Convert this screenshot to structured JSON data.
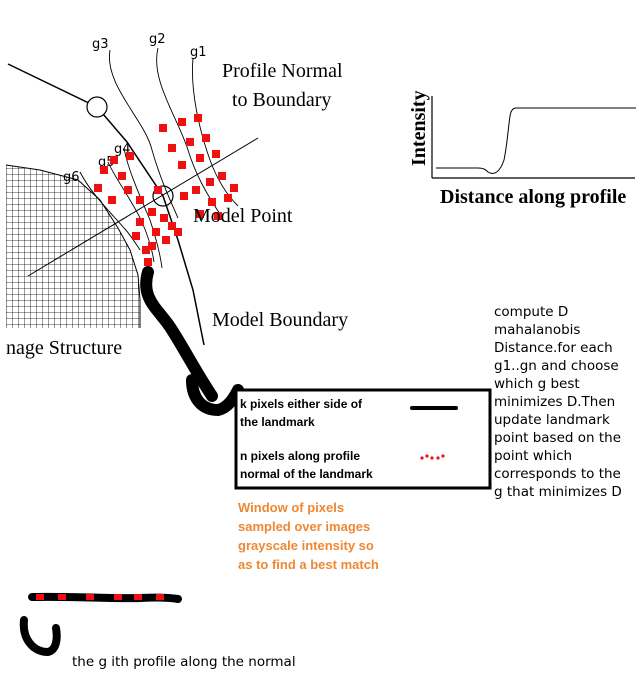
{
  "diagram": {
    "profile_labels": [
      "g1",
      "g2",
      "g3",
      "g4",
      "g5",
      "g6"
    ],
    "profile_normal_title": [
      "Profile Normal",
      "to Boundary"
    ],
    "model_point_label": "Model Point",
    "model_boundary_label": "Model Boundary",
    "image_structure_label": "nage Structure",
    "intensity_plot": {
      "ylabel": "Intensity",
      "xlabel": "Distance along profile"
    },
    "legend": {
      "k_pixels_line1": "k pixels either side of",
      "k_pixels_line2": "the landmark",
      "n_pixels_line1": "n pixels along profile",
      "n_pixels_line2": "normal of the landmark"
    },
    "window_note": [
      "Window of pixels",
      "sampled over images",
      "grayscale intensity so",
      "as to find a best match"
    ],
    "compute_note": [
      "compute D",
      "mahalanobis",
      "Distance.for each",
      "g1..gn and choose",
      "which g best",
      "minimizes D.Then",
      "update landmark",
      "point based on the",
      "point which",
      "corresponds to the",
      "g that minimizes D"
    ],
    "gth_profile_caption": "the g ith profile along the normal",
    "colors": {
      "point_red": "#ee1111",
      "note_orange": "#ee8833",
      "ink": "#000000"
    }
  }
}
